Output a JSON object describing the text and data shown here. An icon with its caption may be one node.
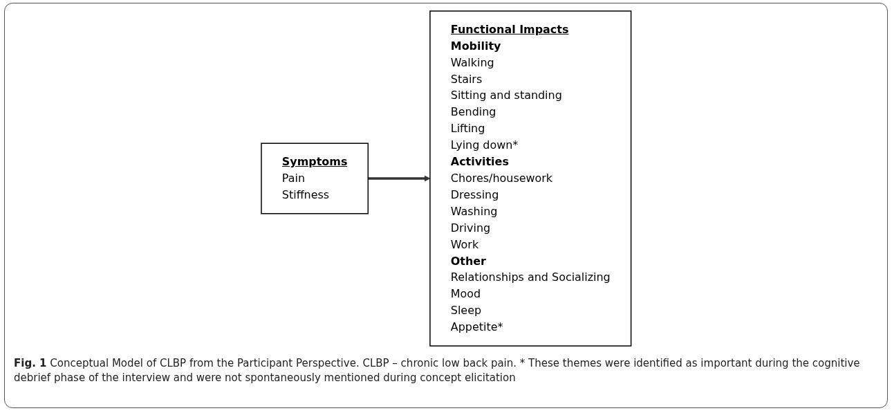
{
  "diagram": {
    "caption": "**Fig. 1** Conceptual Model of CLBP from the Participant Perspective. CLBP – chronic low back pain. * These themes were identified as important during the cognitive debrief phase of the interview and were not spontaneously mentioned during concept elicitation",
    "nodes": [
      {
        "text": [
          "Symptoms",
          "Pain",
          "Stiffness"
        ]
      },
      {
        "text": [
          "Functional Impacts",
          "Mobility",
          "Walking",
          "Stairs",
          "Sitting and standing",
          "Bending",
          "Lifting",
          "Lying down*",
          "Activities",
          "Chores/housework",
          "Dressing",
          "Washing",
          "Driving",
          "Work",
          "Other",
          "Relationships and Socializing",
          "Mood",
          "Sleep",
          "Appetite*"
        ]
      }
    ],
    "edges": [
      {
        "from": 0,
        "to": 1,
        "arrow": "to"
      }
    ]
  }
}
